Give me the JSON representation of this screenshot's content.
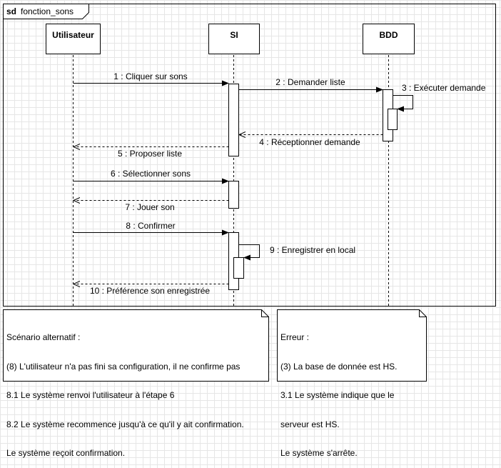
{
  "frame": {
    "keyword": "sd",
    "name": "fonction_sons"
  },
  "lifelines": [
    {
      "id": "user",
      "label": "Utilisateur"
    },
    {
      "id": "si",
      "label": "SI"
    },
    {
      "id": "bdd",
      "label": "BDD"
    }
  ],
  "messages": [
    {
      "label": "1 : Cliquer sur sons"
    },
    {
      "label": "2 : Demander liste"
    },
    {
      "label": "3 : Exécuter demande"
    },
    {
      "label": "4 : Réceptionner demande"
    },
    {
      "label": "5 : Proposer liste"
    },
    {
      "label": "6 : Sélectionner sons"
    },
    {
      "label": "7 : Jouer son"
    },
    {
      "label": "8 : Confirmer"
    },
    {
      "label": "9 : Enregistrer en local"
    },
    {
      "label": "10 : Préférence son enregistrée"
    }
  ],
  "notes": {
    "alternatif": [
      "Scénario alternatif :",
      "(8) L'utilisateur n'a pas fini sa configuration, il ne confirme pas",
      "8.1 Le système renvoi l'utilisateur à l'étape 6",
      "8.2 Le système recommence jusqu'à ce qu'il y ait confirmation.",
      "Le système reçoit confirmation."
    ],
    "erreur": [
      "Erreur :",
      "(3) La base de donnée est HS.",
      "3.1 Le système indique que le",
      "serveur est HS.",
      "Le système s'arrête."
    ]
  }
}
